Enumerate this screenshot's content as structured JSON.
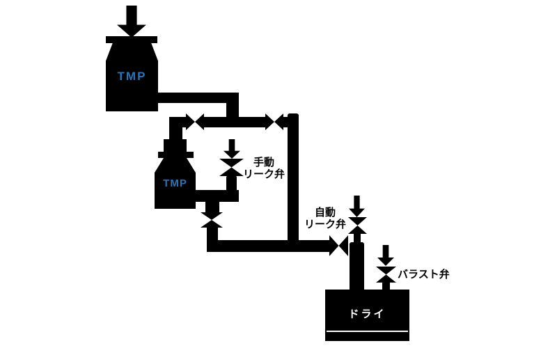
{
  "diagram": {
    "colors": {
      "background": "#ffffff",
      "ink": "#000000",
      "pump_label": "#2e74b5",
      "dry_label": "#ffffff"
    },
    "pumps": {
      "tmp_main": {
        "label": "TMP"
      },
      "tmp_sub": {
        "label": "TMP"
      },
      "dry": {
        "label": "ドライ"
      }
    },
    "valves": {
      "manual_leak": {
        "label_line1": "手動",
        "label_line2": "リーク弁"
      },
      "auto_leak": {
        "label_line1": "自動",
        "label_line2": "リーク弁"
      },
      "ballast": {
        "label": "バラスト弁"
      }
    },
    "icons": {
      "valve": "bowtie-shape",
      "gas_inlet_arrow": "down-arrow"
    }
  }
}
